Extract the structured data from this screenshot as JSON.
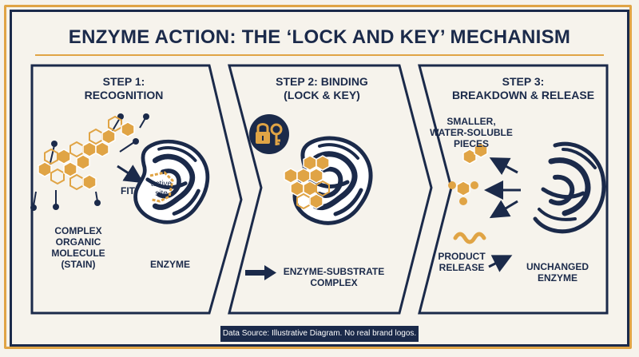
{
  "title": "ENZYME ACTION: THE ‘LOCK AND KEY’ MECHANISM",
  "panels": [
    {
      "heading": "STEP 1:\nRECOGNITION",
      "labels": {
        "fit": "FIT",
        "active_site": "active\nsite",
        "molecule": "COMPLEX\nORGANIC\nMOLECULE\n(STAIN)",
        "enzyme": "ENZYME"
      }
    },
    {
      "heading": "STEP 2: BINDING\n(LOCK & KEY)",
      "labels": {
        "complex": "ENZYME-SUBSTRATE\nCOMPLEX"
      }
    },
    {
      "heading": "STEP 3:\nBREAKDOWN & RELEASE",
      "labels": {
        "pieces": "SMALLER,\nWATER-SOLUBLE\nPIECES",
        "release": "PRODUCT\nRELEASE",
        "unchanged": "UNCHANGED\nENZYME"
      }
    }
  ],
  "source": "Data Source: Illustrative Diagram. No real brand logos.",
  "icons": [
    "padlock-icon",
    "key-icon",
    "arrow-right-icon"
  ],
  "colors": {
    "navy": "#1b2a4a",
    "orange": "#e0a445",
    "background": "#f6f3ec"
  }
}
